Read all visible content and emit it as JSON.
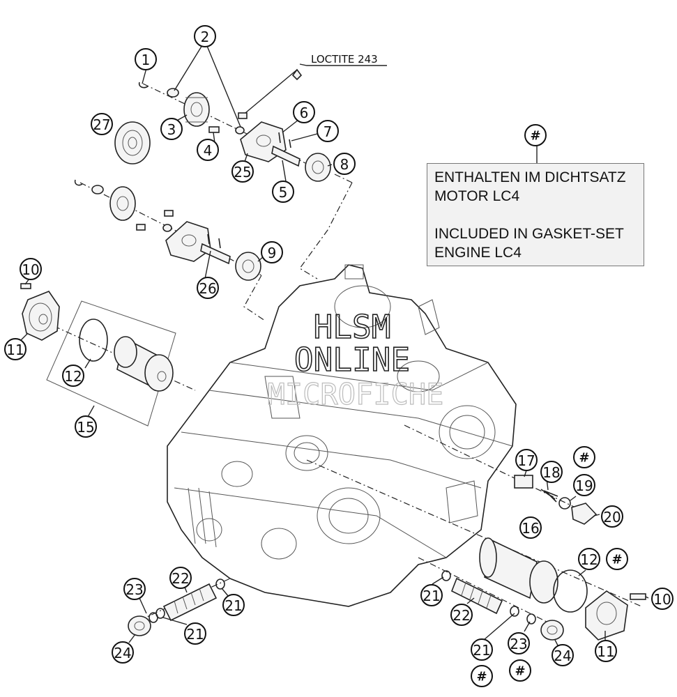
{
  "callouts": [
    {
      "id": "c1",
      "label": "1"
    },
    {
      "id": "c2",
      "label": "2"
    },
    {
      "id": "c3",
      "label": "3"
    },
    {
      "id": "c4",
      "label": "4"
    },
    {
      "id": "c5",
      "label": "5"
    },
    {
      "id": "c6",
      "label": "6"
    },
    {
      "id": "c7",
      "label": "7"
    },
    {
      "id": "c8",
      "label": "8"
    },
    {
      "id": "c9",
      "label": "9"
    },
    {
      "id": "c10a",
      "label": "10"
    },
    {
      "id": "c11a",
      "label": "11"
    },
    {
      "id": "c12a",
      "label": "12"
    },
    {
      "id": "c15",
      "label": "15"
    },
    {
      "id": "c25",
      "label": "25"
    },
    {
      "id": "c26",
      "label": "26"
    },
    {
      "id": "c27",
      "label": "27"
    },
    {
      "id": "chash-top",
      "label": "#"
    },
    {
      "id": "c17",
      "label": "17"
    },
    {
      "id": "c18",
      "label": "18"
    },
    {
      "id": "chash19",
      "label": "#"
    },
    {
      "id": "c19",
      "label": "19"
    },
    {
      "id": "c20",
      "label": "20"
    },
    {
      "id": "c16",
      "label": "16"
    },
    {
      "id": "c12b",
      "label": "12"
    },
    {
      "id": "chash12",
      "label": "#"
    },
    {
      "id": "c10b",
      "label": "10"
    },
    {
      "id": "c11b",
      "label": "11"
    },
    {
      "id": "c22a",
      "label": "22"
    },
    {
      "id": "c23a",
      "label": "23"
    },
    {
      "id": "c21a",
      "label": "21"
    },
    {
      "id": "c21b",
      "label": "21"
    },
    {
      "id": "c24a",
      "label": "24"
    },
    {
      "id": "c21c",
      "label": "21"
    },
    {
      "id": "c22b",
      "label": "22"
    },
    {
      "id": "c21d",
      "label": "21"
    },
    {
      "id": "c23b",
      "label": "23"
    },
    {
      "id": "c24b",
      "label": "24"
    },
    {
      "id": "chash-b1",
      "label": "#"
    },
    {
      "id": "chash-b2",
      "label": "#"
    }
  ],
  "loctite_label": "LOCTITE 243",
  "legend": {
    "line1": "ENTHALTEN IM DICHTSATZ",
    "line2": "MOTOR LC4",
    "line3": "INCLUDED IN GASKET-SET",
    "line4": "ENGINE LC4"
  },
  "watermark": {
    "line1": "HLSM",
    "line2": "ONLINE",
    "line3": "MICROFICHE"
  }
}
